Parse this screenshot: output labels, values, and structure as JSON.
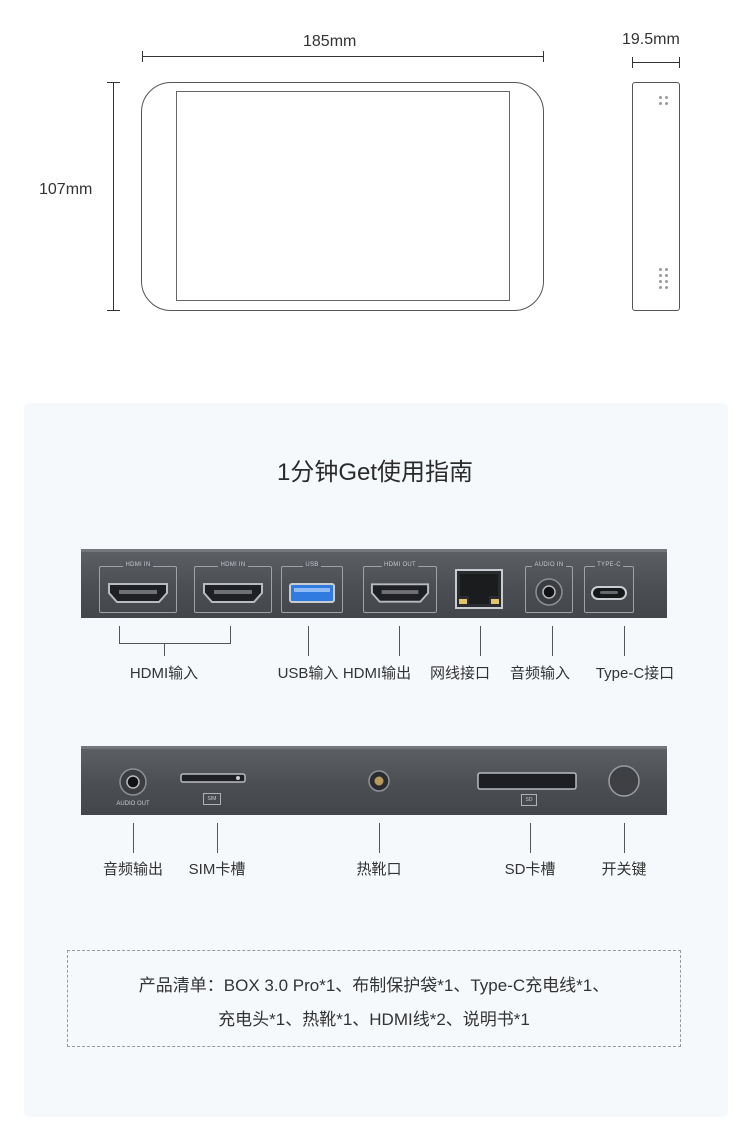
{
  "dimensions": {
    "width_label": "185mm",
    "height_label": "107mm",
    "depth_label": "19.5mm"
  },
  "guide": {
    "title": "1分钟Get使用指南",
    "top_panel": {
      "port_markings": [
        "HDMI IN",
        "HDMI IN",
        "USB",
        "HDMI OUT",
        "AUDIO IN",
        "TYPE-C"
      ],
      "labels": [
        "HDMI输入",
        "USB输入",
        "HDMI输出",
        "网线接口",
        "音频输入",
        "Type-C接口"
      ]
    },
    "bottom_panel": {
      "port_markings": [
        "AUDIO OUT",
        "SIM",
        "SD"
      ],
      "labels": [
        "音频输出",
        "SIM卡槽",
        "热靴口",
        "SD卡槽",
        "开关键"
      ]
    },
    "package": {
      "line1": "产品清单：BOX 3.0 Pro*1、布制保护袋*1、Type-C充电线*1、",
      "line2": "充电头*1、热靴*1、HDMI线*2、说明书*1"
    }
  },
  "colors": {
    "panel": "#4a4d52",
    "usb_blue": "#2f7be0",
    "guide_background": "#f6f9fc"
  }
}
